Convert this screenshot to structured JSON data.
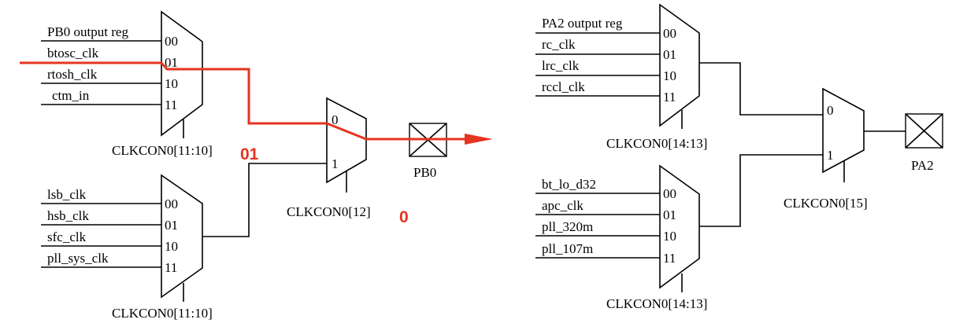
{
  "colors": {
    "line": "#000000",
    "highlight": "#e5341f",
    "background": "#ffffff"
  },
  "left": {
    "mux_a": {
      "inputs": [
        "PB0 output reg",
        "btosc_clk",
        "rtosh_clk",
        "ctm_in"
      ],
      "ports": [
        "00",
        "01",
        "10",
        "11"
      ],
      "select": "CLKCON0[11:10]",
      "select_value": "01"
    },
    "mux_b": {
      "inputs": [
        "lsb_clk",
        "hsb_clk",
        "sfc_clk",
        "pll_sys_clk"
      ],
      "ports": [
        "00",
        "01",
        "10",
        "11"
      ],
      "select": "CLKCON0[11:10]"
    },
    "mux_out": {
      "ports": [
        "0",
        "1"
      ],
      "select": "CLKCON0[12]",
      "select_value": "0"
    },
    "pin": {
      "name": "PB0",
      "icon": "pad-icon"
    }
  },
  "right": {
    "mux_a": {
      "inputs": [
        "PA2 output reg",
        "rc_clk",
        "lrc_clk",
        "rccl_clk"
      ],
      "ports": [
        "00",
        "01",
        "10",
        "11"
      ],
      "select": "CLKCON0[14:13]"
    },
    "mux_b": {
      "inputs": [
        "bt_lo_d32",
        "apc_clk",
        "pll_320m",
        "pll_107m"
      ],
      "ports": [
        "00",
        "01",
        "10",
        "11"
      ],
      "select": "CLKCON0[14:13]"
    },
    "mux_out": {
      "ports": [
        "0",
        "1"
      ],
      "select": "CLKCON0[15]"
    },
    "pin": {
      "name": "PA2",
      "icon": "pad-icon"
    }
  }
}
